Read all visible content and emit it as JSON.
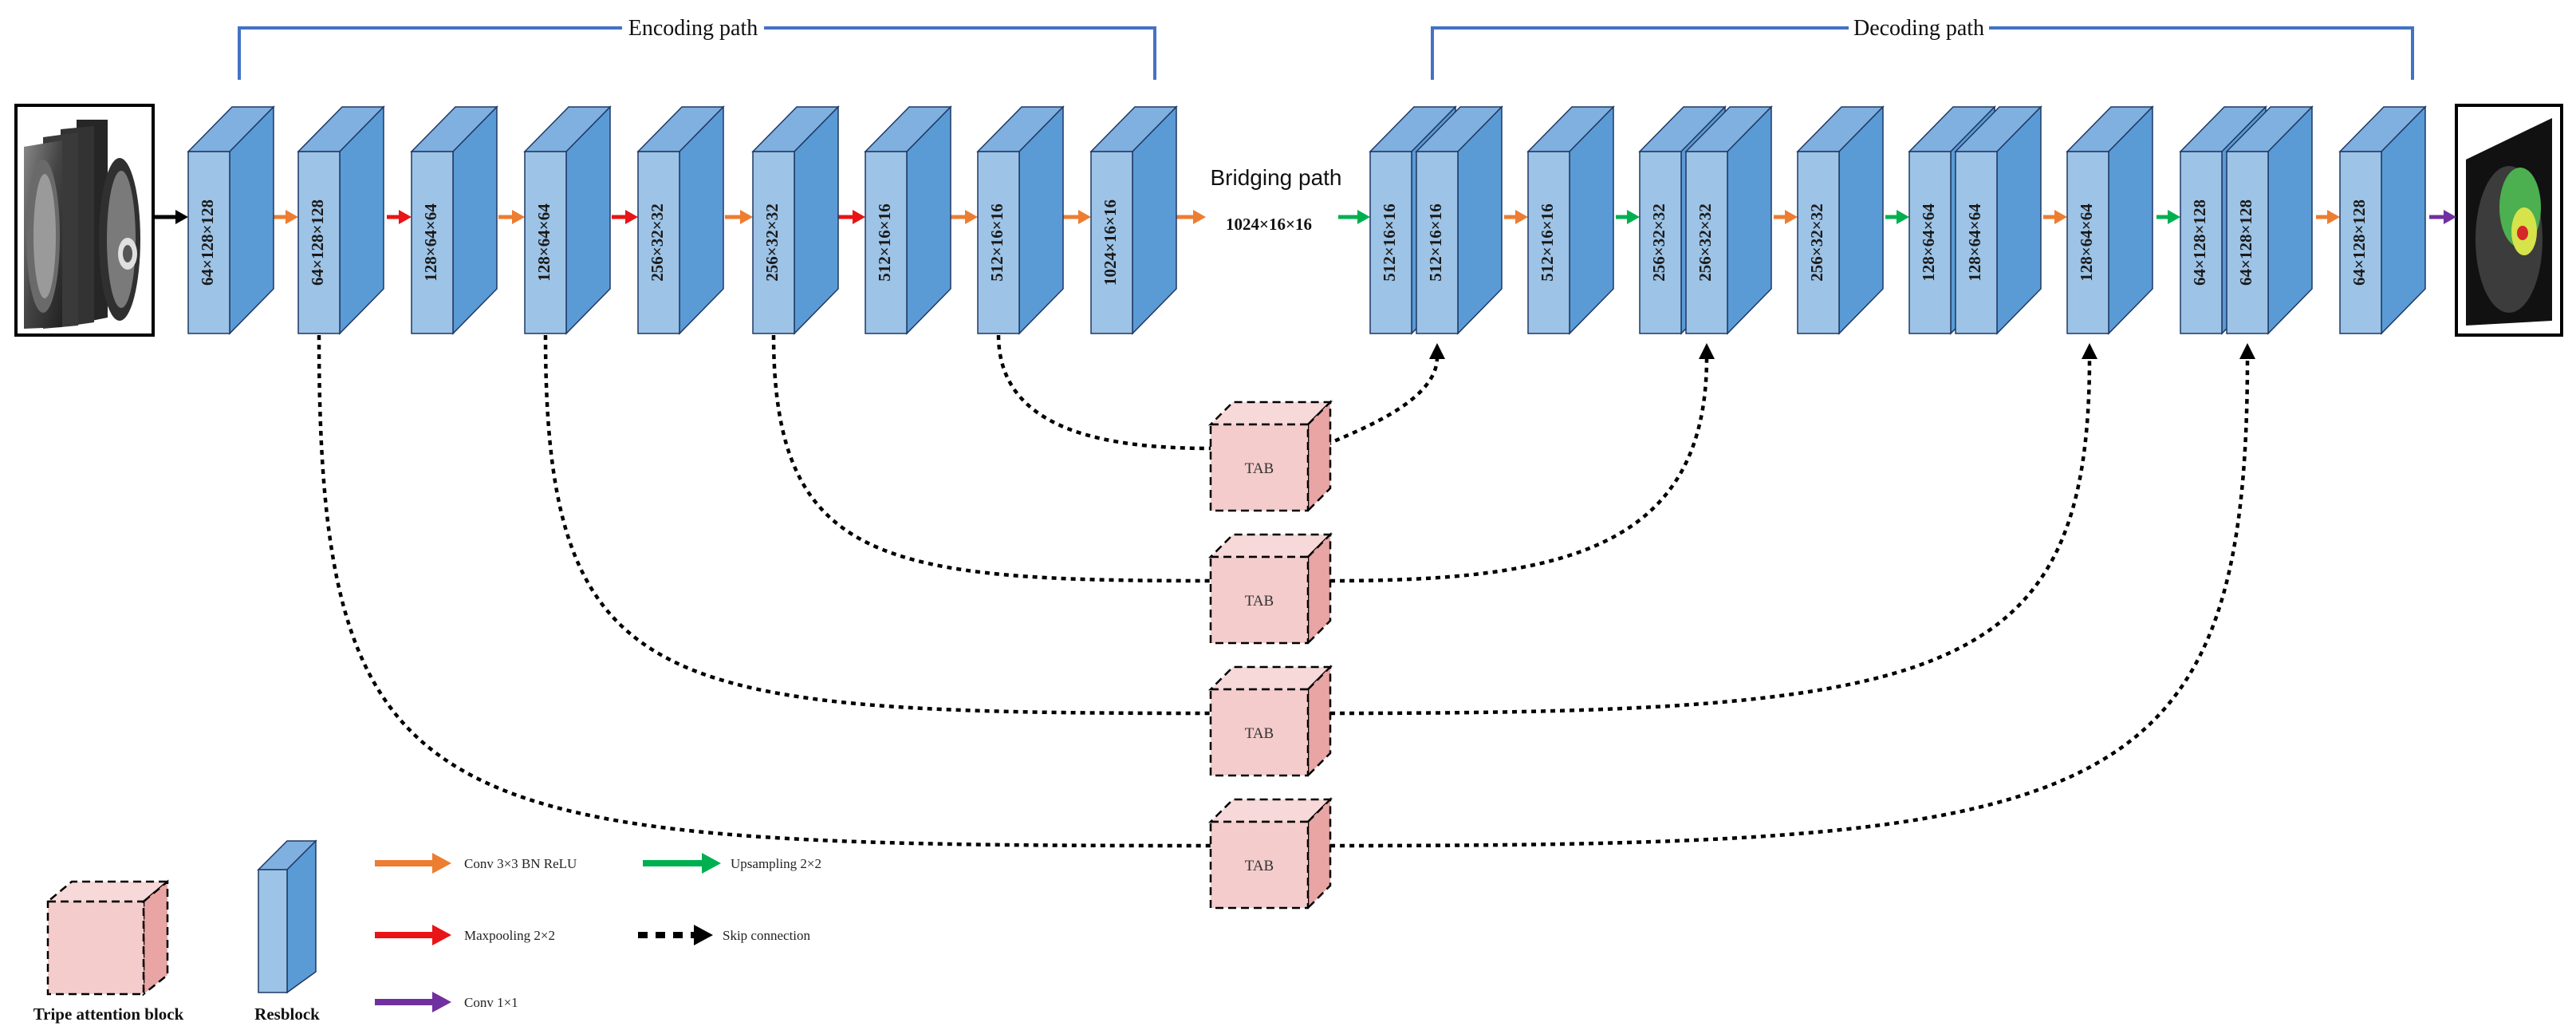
{
  "title": "",
  "paths": {
    "encoding": "Encoding path",
    "decoding": "Decoding path",
    "bridging": "Bridging path",
    "bridging_dim": "1024×16×16"
  },
  "encoder_blocks": [
    "64×128×128",
    "64×128×128",
    "128×64×64",
    "128×64×64",
    "256×32×32",
    "256×32×32",
    "512×16×16",
    "512×16×16",
    "1024×16×16"
  ],
  "decoder_blocks": [
    "512×16×16",
    "512×16×16",
    "512×16×16",
    "256×32×32",
    "256×32×32",
    "256×32×32",
    "128×64×64",
    "128×64×64",
    "128×64×64",
    "64×128×128",
    "64×128×128",
    "64×128×128"
  ],
  "connections": [
    "black",
    "orange",
    "red",
    "orange",
    "red",
    "orange",
    "red",
    "orange",
    "orange",
    "orange",
    "green",
    "orange",
    "green",
    "orange",
    "green",
    "orange",
    "green",
    "orange",
    "purple"
  ],
  "tab_label": "TAB",
  "tab_count": 4,
  "legend": {
    "tab": "Tripe attention block",
    "resblock": "Resblock",
    "conv3": "Conv 3×3 BN ReLU",
    "maxpool": "Maxpooling 2×2",
    "conv1": "Conv 1×1",
    "upsampling": "Upsampling 2×2",
    "skip": "Skip connection"
  },
  "colors": {
    "box_front": "#9dc3e6",
    "box_side": "#5b9bd5",
    "box_top": "#7fb0df",
    "tab_fill": "#f4cccc",
    "bracket": "#4472c4",
    "orange": "#ed7d31",
    "red": "#e81416",
    "green": "#00b050",
    "purple": "#7030a0",
    "black": "#000000"
  }
}
